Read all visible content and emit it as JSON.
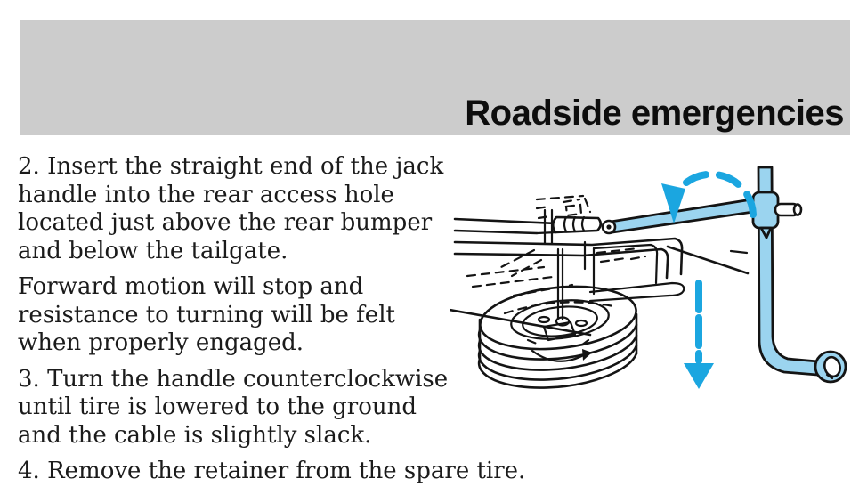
{
  "header": {
    "title": "Roadside emergencies",
    "background_color": "#cccccc",
    "title_color": "#0d0d0d"
  },
  "instructions": {
    "text_color": "#1b1b1b",
    "paragraphs": [
      "2. Insert the straight end of the jack\nhandle into the rear access hole\nlocated just above the rear bumper\nand below the tailgate.",
      "Forward motion will stop and\nresistance to turning will be felt\nwhen properly engaged.",
      "3. Turn the handle counterclockwise\nuntil tire is lowered to the ground\nand the cable is slightly slack.",
      "4. Remove the retainer from the spare tire."
    ]
  },
  "illustration": {
    "description": "Line drawing of a spare tire beneath the rear bumper; jack handle inserted through rear access hole with counterclockwise rotation arrow and downward arrow showing the tire being lowered",
    "accent_color": "#1ba6e0",
    "tool_fill_color": "#9bd4ef",
    "line_color": "#141414",
    "elements": [
      "spare-tire",
      "winch-cable",
      "tire-retainer",
      "vehicle-underbody",
      "hidden-winch-mechanism",
      "jack-handle",
      "handle-socket-end",
      "rotation-arrow-icon",
      "down-arrow-icon"
    ]
  }
}
